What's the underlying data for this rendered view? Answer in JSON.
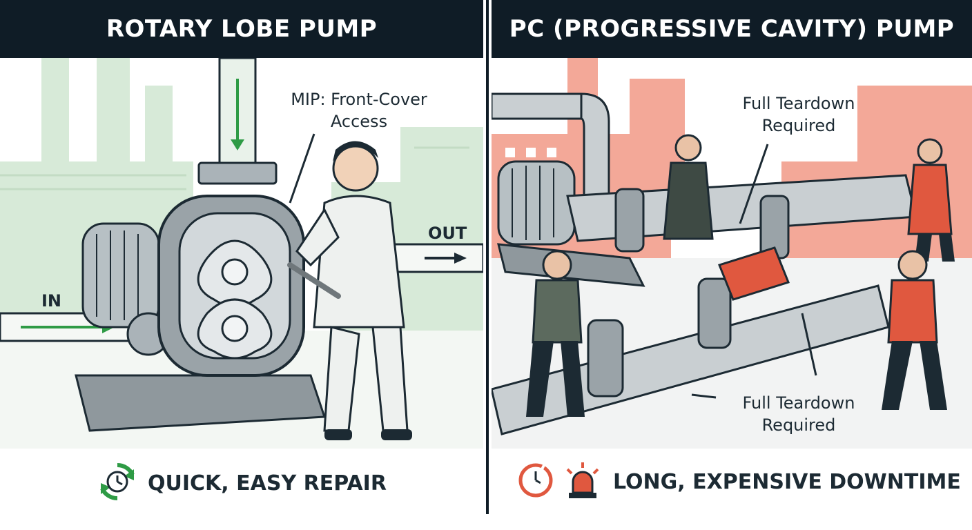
{
  "left_panel": {
    "title": "ROTARY LOBE PUMP",
    "callout": "MIP: Front-Cover Access",
    "in_label": "IN",
    "out_label": "OUT",
    "footer_text": "QUICK, EASY REPAIR",
    "footer_icon": "clock-refresh-icon",
    "accent_color": "#2e9b45",
    "background_tint": "#d7ead8"
  },
  "right_panel": {
    "title": "PC (PROGRESSIVE CAVITY) PUMP",
    "callout_top": "Full Teardown Required",
    "callout_bottom": "Full Teardown Required",
    "footer_text": "LONG, EXPENSIVE DOWNTIME",
    "footer_icons": [
      "broken-clock-icon",
      "alarm-beacon-icon"
    ],
    "accent_color": "#e0583f",
    "background_tint": "#f3a898"
  },
  "colors": {
    "header_bg": "#0f1c26",
    "text": "#1c2a33"
  }
}
